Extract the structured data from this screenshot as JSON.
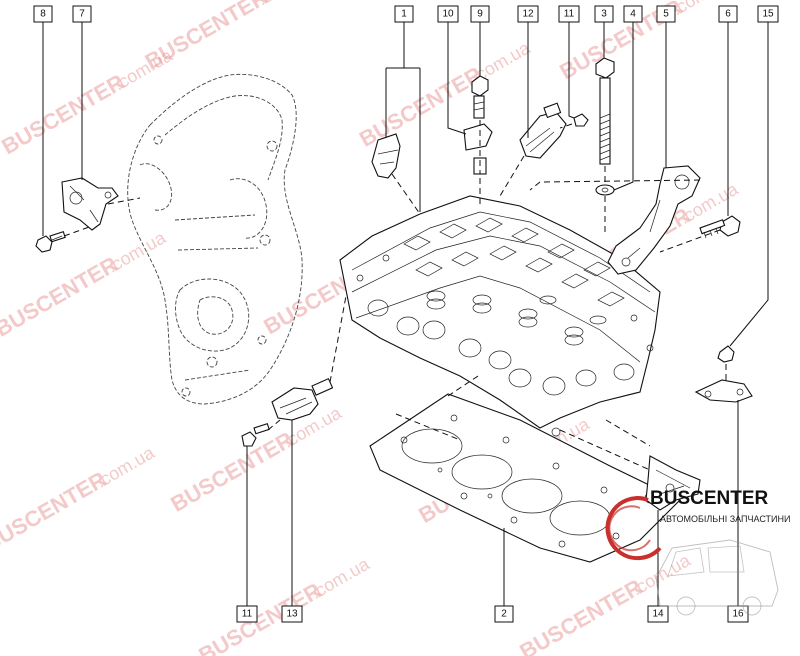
{
  "callouts": [
    {
      "id": "8",
      "label": "8"
    },
    {
      "id": "7",
      "label": "7"
    },
    {
      "id": "1",
      "label": "1"
    },
    {
      "id": "10",
      "label": "10"
    },
    {
      "id": "9",
      "label": "9"
    },
    {
      "id": "12",
      "label": "12"
    },
    {
      "id": "11a",
      "label": "11"
    },
    {
      "id": "3",
      "label": "3"
    },
    {
      "id": "4",
      "label": "4"
    },
    {
      "id": "5",
      "label": "5"
    },
    {
      "id": "6",
      "label": "6"
    },
    {
      "id": "15",
      "label": "15"
    },
    {
      "id": "11b",
      "label": "11"
    },
    {
      "id": "13",
      "label": "13"
    },
    {
      "id": "2",
      "label": "2"
    },
    {
      "id": "14",
      "label": "14"
    },
    {
      "id": "16",
      "label": "16"
    }
  ],
  "watermark": {
    "brand": "BUSCENTER",
    "domain": ".com.ua"
  },
  "logo": {
    "name": "BUSCENTER",
    "tagline": "АВТОМОБІЛЬНІ ЗАПЧАСТИНИ"
  },
  "colors": {
    "watermark": "#e58a8a",
    "line": "#111111",
    "logo_accent": "#c9302c"
  }
}
